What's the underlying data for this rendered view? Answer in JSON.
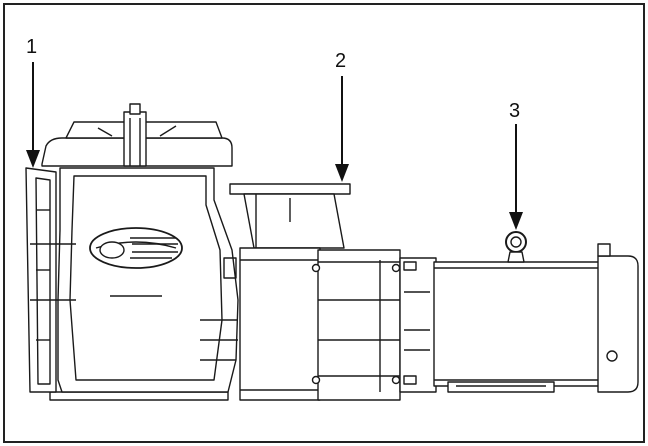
{
  "callouts": [
    {
      "number": "1"
    },
    {
      "number": "2"
    },
    {
      "number": "3"
    }
  ],
  "colors": {
    "line": "#1a1a1a",
    "border": "#222222",
    "background": "#ffffff"
  }
}
